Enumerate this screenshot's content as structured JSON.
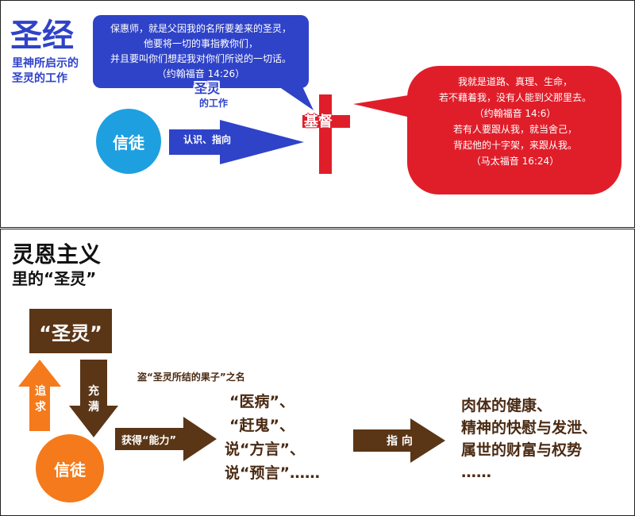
{
  "top": {
    "title": "圣经",
    "subtitle_line1": "里神所启示的",
    "subtitle_line2": "圣灵的工作",
    "blue_bubble": {
      "lines": [
        "保惠师，就是父因我的名所要差来的圣灵，",
        "他要将一切的事指教你们，",
        "并且要叫你们想起我对你们所说的一切话。"
      ],
      "ref": "（约翰福音 14:26）"
    },
    "spirit_label_line1": "圣灵",
    "spirit_label_line2": "的工作",
    "believer": "信徒",
    "arrow_label": "认识、指向",
    "cross_label": "基督",
    "red_bubble": {
      "lines": [
        "我就是道路、真理、生命，",
        "若不藉着我，没有人能到父那里去。",
        "（约翰福音 14:6）",
        "若有人要跟从我，就当舍己，",
        "背起他的十字架，来跟从我。",
        "（马太福音 16:24）"
      ]
    },
    "colors": {
      "blue": "#2f43c8",
      "light_blue": "#1ea0e0",
      "red": "#e01e2a"
    }
  },
  "bottom": {
    "title_line1": "灵恩主义",
    "title_line2": "里的“圣灵”",
    "spirit_box": "“圣灵”",
    "up_arrow_label_1": "追",
    "up_arrow_label_2": "求",
    "down_arrow_label_1": "充",
    "down_arrow_label_2": "满",
    "steal_note": "盗“圣灵所结的果子”之名",
    "believer": "信徒",
    "gain_label": "获得“能力”",
    "powers": [
      "“医病”、",
      "“赶鬼”、",
      "说“方言”、",
      "说“预言”……"
    ],
    "point_label": "指 向",
    "results": [
      "肉体的健康、",
      "精神的快慰与发泄、",
      "属世的财富与权势",
      "……"
    ],
    "colors": {
      "brown": "#5a3516",
      "orange": "#f47a1c"
    }
  }
}
